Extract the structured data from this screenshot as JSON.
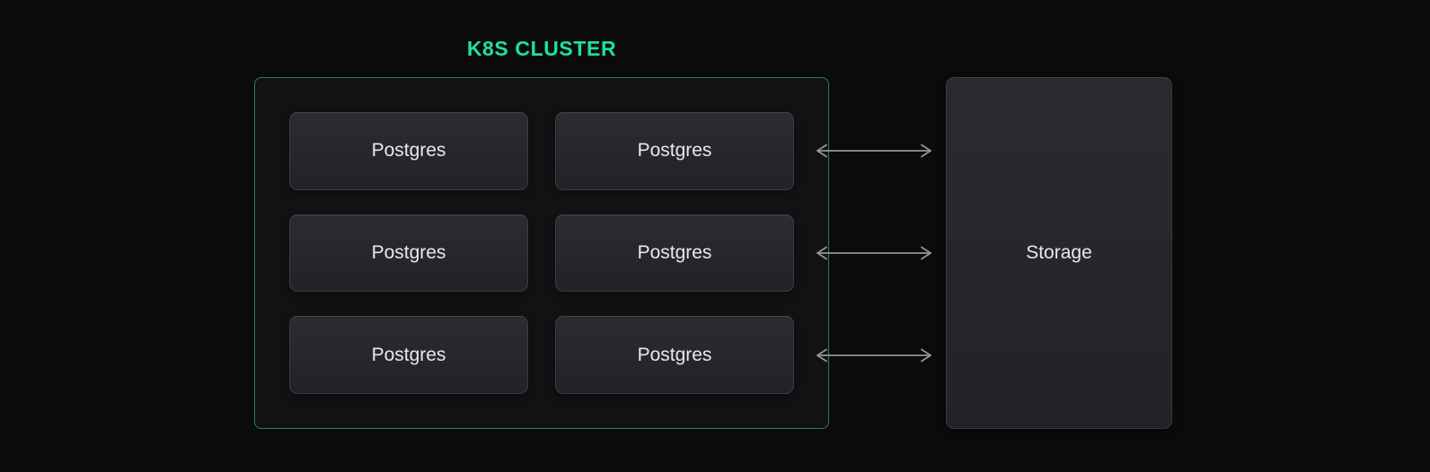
{
  "diagram": {
    "title": "K8S CLUSTER",
    "cluster": {
      "nodes": [
        "Postgres",
        "Postgres",
        "Postgres",
        "Postgres",
        "Postgres",
        "Postgres"
      ]
    },
    "storage": {
      "label": "Storage"
    },
    "arrows": {
      "count": 3,
      "style": "bidirectional"
    },
    "colors": {
      "accent": "#1ee0a0",
      "cluster_border": "#2e7d62",
      "arrow": "#94949b",
      "text": "#e9e9ec"
    }
  }
}
